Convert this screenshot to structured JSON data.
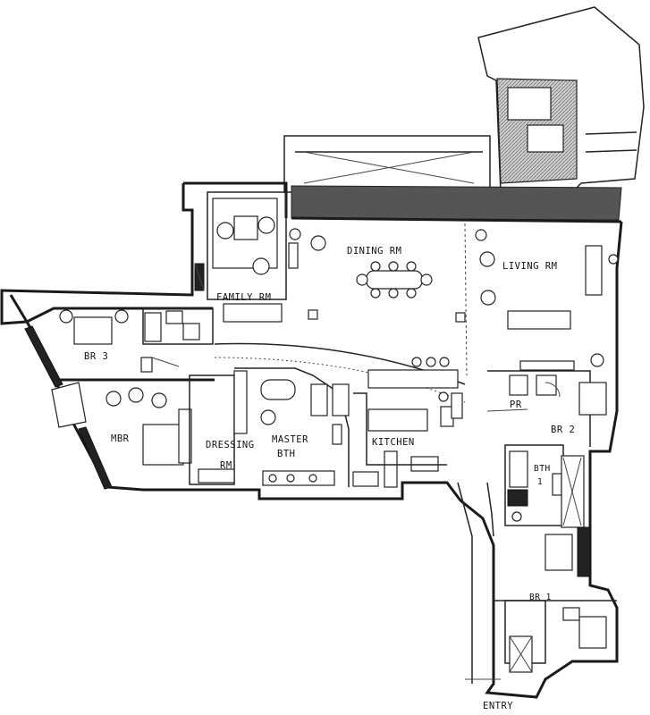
{
  "rooms": {
    "family_rm": "FAMILY RM",
    "dining_rm": "DINING RM",
    "living_rm": "LIVING RM",
    "br3": "BR 3",
    "mbr": "MBR",
    "dressing": "DRESSING",
    "dressing_rm": "RM",
    "master": "MASTER",
    "master_bth": "BTH",
    "kitchen": "KITCHEN",
    "pr": "PR",
    "br2": "BR 2",
    "bth1": "BTH",
    "bth1_num": "1",
    "br1": "BR 1",
    "entry": "ENTRY"
  }
}
